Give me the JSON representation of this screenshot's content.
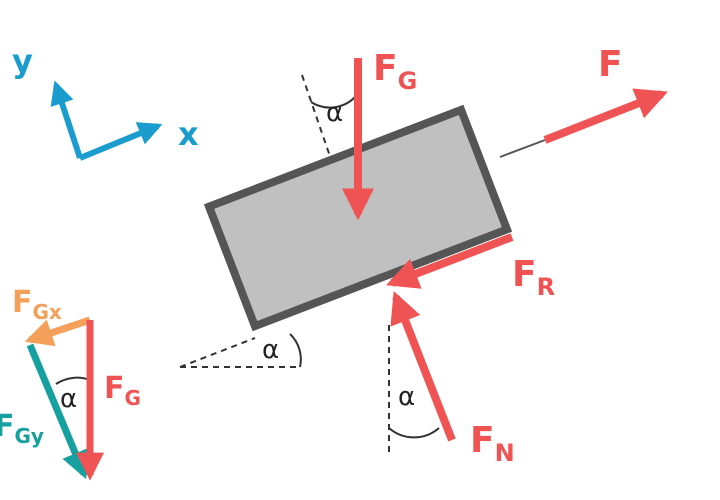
{
  "colors": {
    "force": "#f05353",
    "axis": "#1a9ccf",
    "component_x": "#f5a05a",
    "component_y": "#17a0a0",
    "block_fill": "#c0c0c0",
    "block_stroke": "#555555",
    "dashed": "#333333"
  },
  "axes": {
    "y_label": "y",
    "x_label": "x"
  },
  "forces": {
    "gravity": {
      "main": "F",
      "sub": "G"
    },
    "pull": {
      "main": "F"
    },
    "friction": {
      "main": "F",
      "sub": "R"
    },
    "normal": {
      "main": "F",
      "sub": "N"
    }
  },
  "decomposition": {
    "gx": {
      "main": "F",
      "sub": "Gx"
    },
    "gy": {
      "main": "F",
      "sub": "Gy"
    },
    "g": {
      "main": "F",
      "sub": "G"
    }
  },
  "angle_symbol": "α"
}
